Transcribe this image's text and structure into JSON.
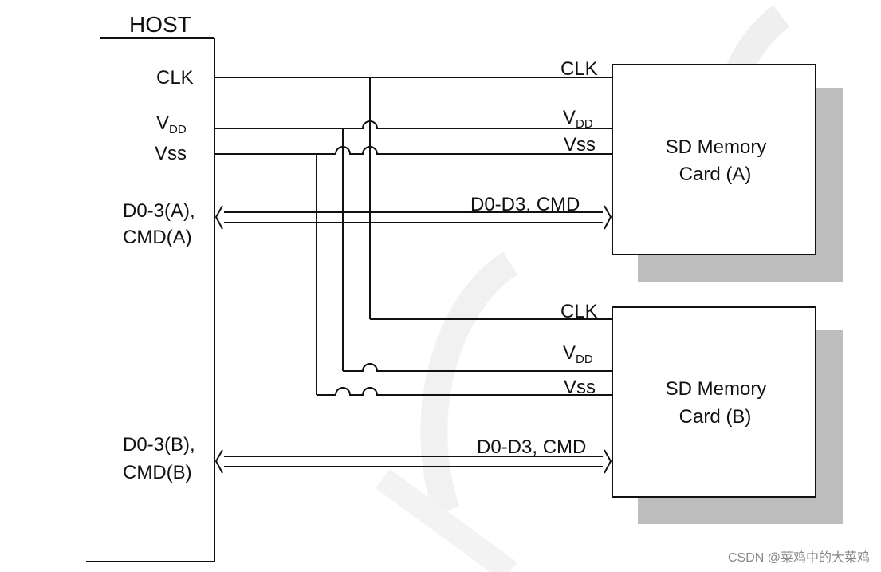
{
  "host": {
    "title": "HOST",
    "clk": "CLK",
    "vdd_main": "V",
    "vdd_sub": "DD",
    "vss": "Vss",
    "data_a_line1": "D0-3(A),",
    "data_a_line2": "CMD(A)",
    "data_b_line1": "D0-3(B),",
    "data_b_line2": "CMD(B)"
  },
  "card_a": {
    "line1": "SD Memory",
    "line2": "Card (A)",
    "clk": "CLK",
    "vdd_main": "V",
    "vdd_sub": "DD",
    "vss": "Vss",
    "bus": "D0-D3, CMD"
  },
  "card_b": {
    "line1": "SD Memory",
    "line2": "Card (B)",
    "clk": "CLK",
    "vdd_main": "V",
    "vdd_sub": "DD",
    "vss": "Vss",
    "bus": "D0-D3, CMD"
  },
  "watermark": "CSDN @菜鸡中的大菜鸡"
}
